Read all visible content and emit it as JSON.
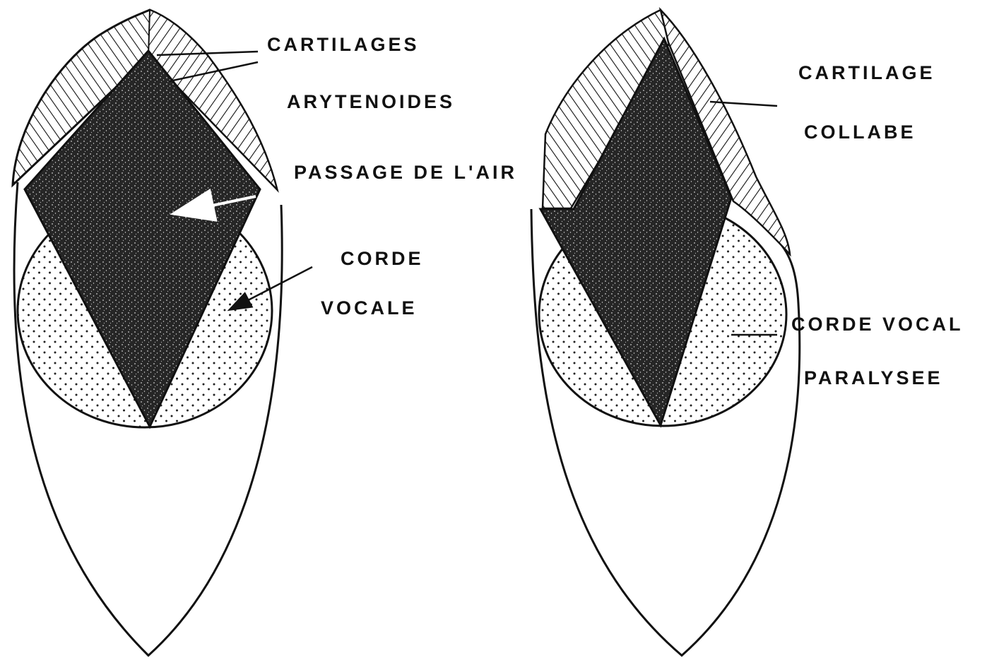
{
  "colors": {
    "ink": "#111111",
    "background": "#ffffff",
    "airway_fill": "#262626",
    "dots": "#222222"
  },
  "normal_larynx": {
    "label_cartilages": "CARTILAGES",
    "label_arytenoides": "ARYTENOIDES",
    "label_passage_air": "PASSAGE DE L'AIR",
    "label_corde": "CORDE",
    "label_vocale": "VOCALE"
  },
  "paralyzed_larynx": {
    "label_cartilage": "CARTILAGE",
    "label_collabe": "COLLABE",
    "label_corde_vocal": "CORDE VOCAL",
    "label_paralysee": "PARALYSEE"
  }
}
